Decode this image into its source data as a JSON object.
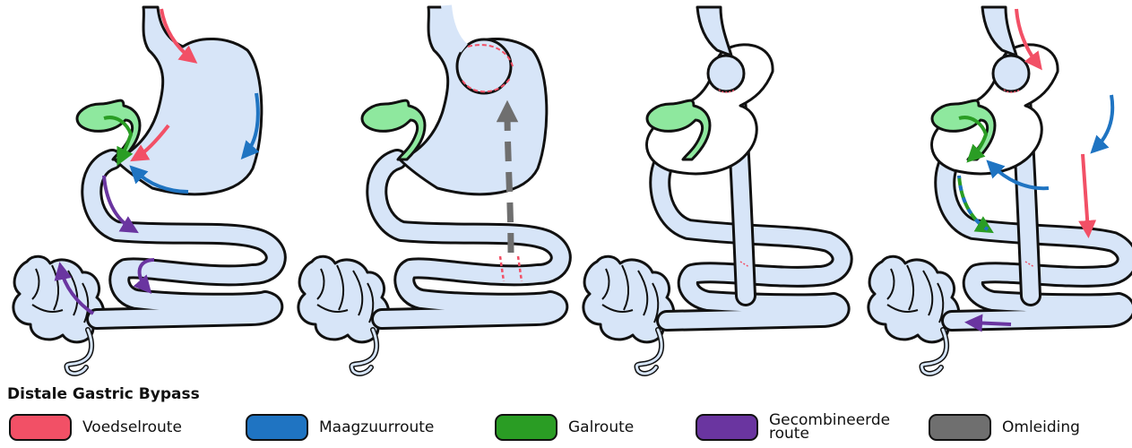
{
  "title": "Distale Gastric Bypass",
  "colors": {
    "organ_fill": "#d7e5f8",
    "outline": "#111111",
    "gallbladder": "#8ee89e",
    "white": "#ffffff",
    "food": "#f25066",
    "acid": "#1f74c2",
    "bile": "#2a9d24",
    "combined": "#6a35a0",
    "bypass": "#6f6f6f"
  },
  "legend": [
    {
      "label": "Voedselroute",
      "color": "#f25066",
      "icon": "food-route-swatch"
    },
    {
      "label": "Maagzuurroute",
      "color": "#1f74c2",
      "icon": "acid-route-swatch"
    },
    {
      "label": "Galroute",
      "color": "#2a9d24",
      "icon": "bile-route-swatch"
    },
    {
      "label": "Gecombineerde\nroute",
      "color": "#6a35a0",
      "icon": "combined-route-swatch"
    },
    {
      "label": "Omleiding",
      "color": "#6f6f6f",
      "icon": "bypass-route-swatch"
    }
  ],
  "panels": [
    {
      "stage": "normal-anatomy"
    },
    {
      "stage": "planned-cuts-and-rerouting"
    },
    {
      "stage": "after-bypass-anatomy"
    },
    {
      "stage": "after-bypass-routes"
    }
  ]
}
